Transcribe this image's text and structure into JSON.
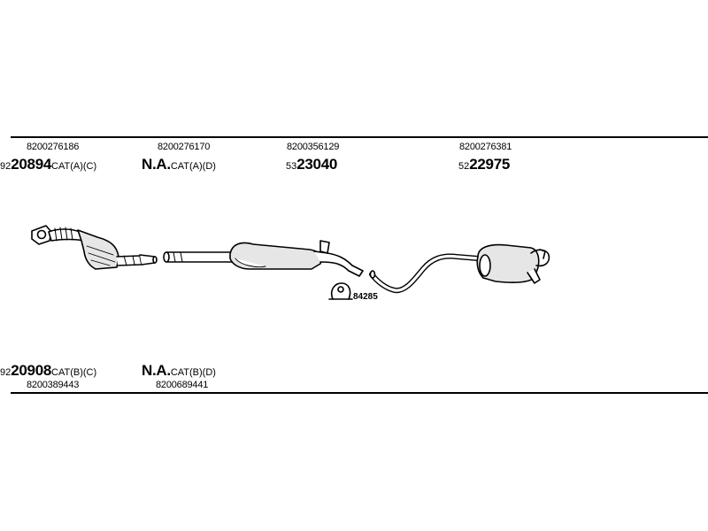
{
  "top_row": [
    {
      "oem": "8200276186",
      "prefix": "92",
      "code": "20894",
      "suffix": "CAT(A)(C)"
    },
    {
      "oem": "8200276170",
      "prefix": "",
      "code": "N.A.",
      "suffix": "CAT(A)(D)"
    },
    {
      "oem": "8200356129",
      "prefix": "53",
      "code": "23040",
      "suffix": ""
    },
    {
      "oem": "8200276381",
      "prefix": "52",
      "code": "22975",
      "suffix": ""
    }
  ],
  "bottom_row": [
    {
      "oem": "8200389443",
      "prefix": "92",
      "code": "20908",
      "suffix": "CAT(B)(C)"
    },
    {
      "oem": "8200689441",
      "prefix": "",
      "code": "N.A.",
      "suffix": "CAT(B)(D)"
    }
  ],
  "small_part": {
    "code": "84285"
  },
  "colors": {
    "line": "#000000",
    "part_fill": "#ffffff",
    "part_shade": "#cfcfcf"
  }
}
